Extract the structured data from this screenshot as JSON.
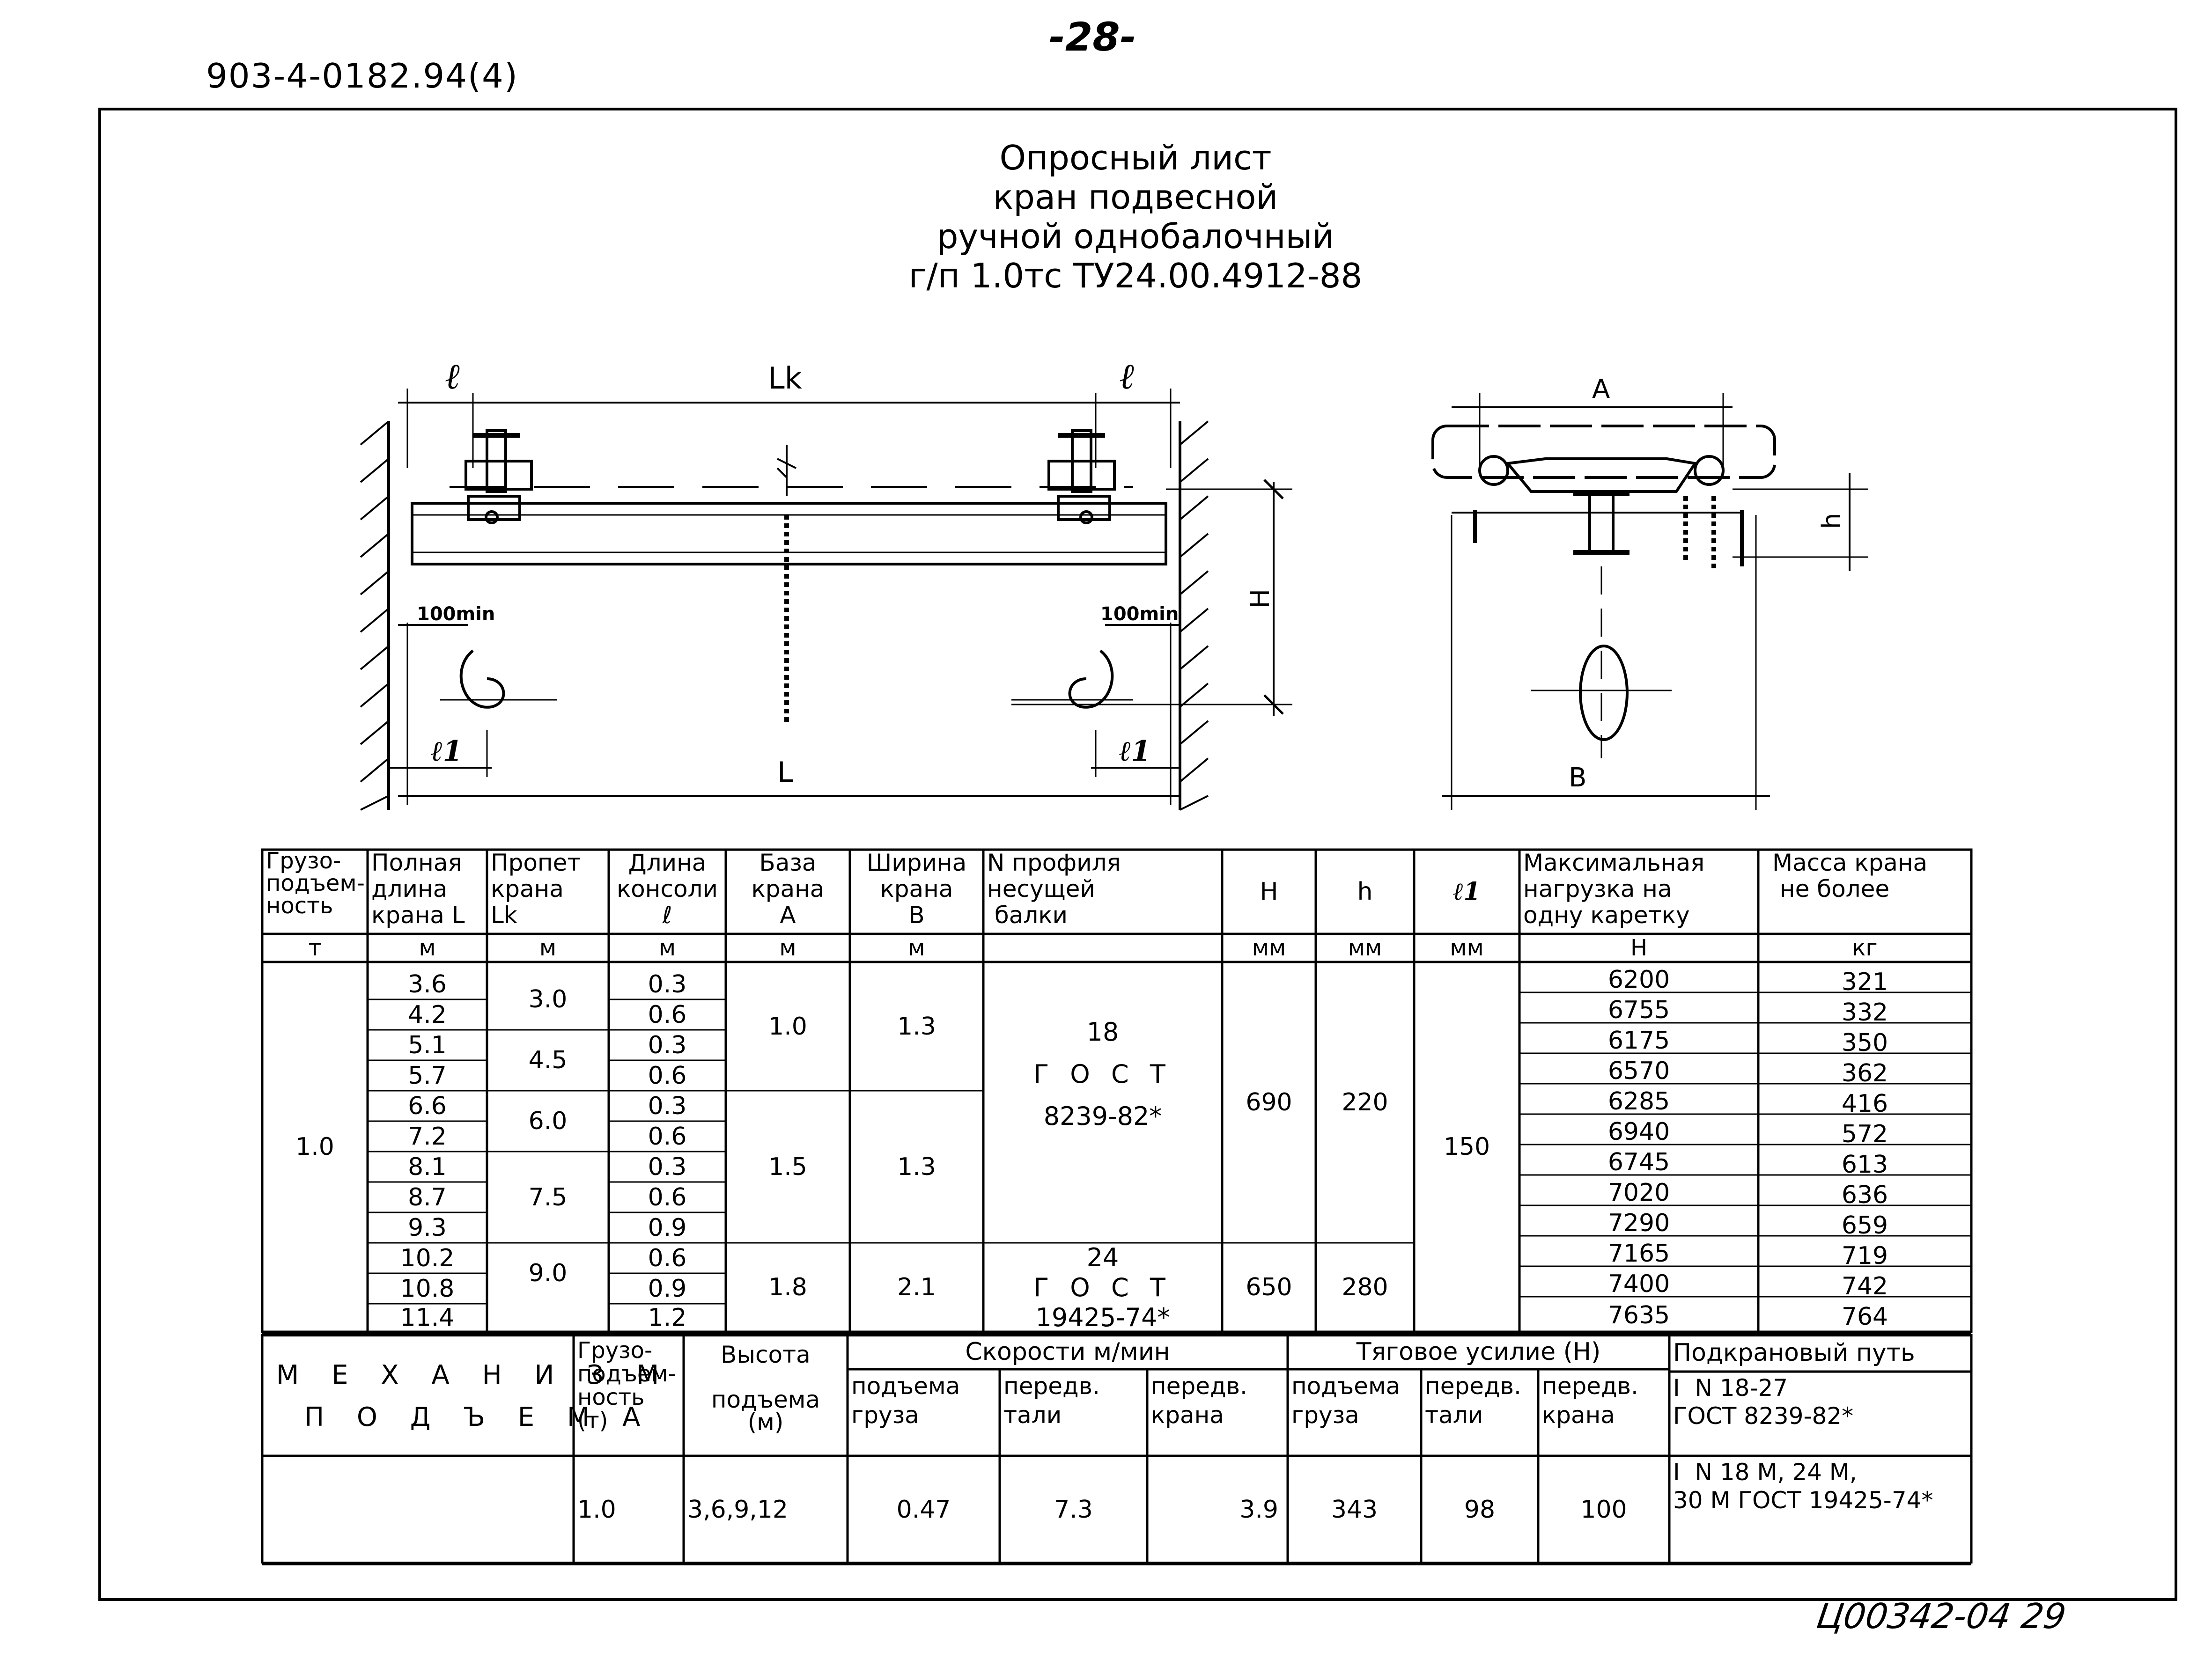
{
  "header": {
    "doc_code": "903-4-0182.94(4)",
    "page_number": "-28-",
    "stamp": "Ц00342-04   29"
  },
  "title": {
    "line1": "Опросный лист",
    "line2": "кран подвесной",
    "line3": "ручной однобалочный",
    "line4": "г/п 1.0тс  ТУ24.00.4912-88"
  },
  "drawing_front": {
    "l_left": "ℓ",
    "lk": "Lk",
    "l_right": "ℓ",
    "min_left": "100min",
    "min_right": "100min",
    "H": "H",
    "l1_left": "ℓ1",
    "l1_right": "ℓ1",
    "L": "L"
  },
  "drawing_side": {
    "A": "A",
    "h": "h",
    "B": "B"
  },
  "table": {
    "headers": {
      "capacity": "Грузо-\nподъем-\nность",
      "full_length": "Полная\nдлина\nкрана L",
      "span": "Пропет\nкрана\nLk",
      "console": "Длина\nконсоли\nℓ",
      "base": "База\nкрана\nA",
      "width": "Ширина\nкрана\nB",
      "profile": "N профиля\nнесущей\n балки",
      "H": "H",
      "h": "h",
      "l1": "ℓ1",
      "max_load": "Максимальная\nнагрузка на\nодну каретку",
      "mass": "Масса крана\n не более"
    },
    "units": [
      "т",
      "м",
      "м",
      "м",
      "м",
      "м",
      "",
      "мм",
      "мм",
      "мм",
      "Н",
      "кг"
    ],
    "capacity": "1.0",
    "full_length": [
      "3.6",
      "4.2",
      "5.1",
      "5.7",
      "6.6",
      "7.2",
      "8.1",
      "8.7",
      "9.3",
      "10.2",
      "10.8",
      "11.4"
    ],
    "span": [
      "3.0",
      "4.5",
      "6.0",
      "7.5",
      "9.0"
    ],
    "console": [
      "0.3",
      "0.6",
      "0.3",
      "0.6",
      "0.3",
      "0.6",
      "0.3",
      "0.6",
      "0.9",
      "0.6",
      "0.9",
      "1.2"
    ],
    "base": [
      "1.0",
      "1.5",
      "1.8"
    ],
    "width": [
      "1.3",
      "1.3",
      "2.1"
    ],
    "profile_1": {
      "num": "18",
      "gost": "Г О С Т",
      "std": "8239-82*"
    },
    "profile_2": {
      "num": "24",
      "gost": "Г О С Т",
      "std": "19425-74*"
    },
    "H": [
      "690",
      "650"
    ],
    "h": [
      "220",
      "280"
    ],
    "l1": "150",
    "max_load": [
      "6200",
      "6755",
      "6175",
      "6570",
      "6285",
      "6940",
      "6745",
      "7020",
      "7290",
      "7165",
      "7400",
      "7635"
    ],
    "mass": [
      "321",
      "332",
      "350",
      "362",
      "416",
      "572",
      "613",
      "636",
      "659",
      "719",
      "742",
      "764"
    ]
  },
  "mechanism": {
    "title_line1": "М Е Х А Н И З М",
    "title_line2": "П О Д Ъ Е М А",
    "capacity_header": "Грузо-\nподъем-\nность\n(т)",
    "height_header": "Высота\n\nподъема\n(м)",
    "speeds_header": "Скорости м/мин",
    "speed_lift": "подъема\nгруза",
    "speed_hoist": "передв.\nтали",
    "speed_crane": "передв.\nкрана",
    "traction_header": "Тяговое усилие (Н)",
    "tr_lift": "подъема\nгруза",
    "tr_hoist": "передв.\nтали",
    "tr_crane": "передв.\nкрана",
    "track_header": "Подкрановый путь",
    "track_1": "I  N 18-27\nГОСТ 8239-82*",
    "track_2": "I  N 18 M, 24 M,\n30 M ГОСТ 19425-74*",
    "values": {
      "capacity": "1.0",
      "height": "3,6,9,12",
      "speed_lift": "0.47",
      "speed_hoist": "7.3",
      "speed_crane": "3.9",
      "tr_lift": "343",
      "tr_hoist": "98",
      "tr_crane": "100"
    }
  }
}
